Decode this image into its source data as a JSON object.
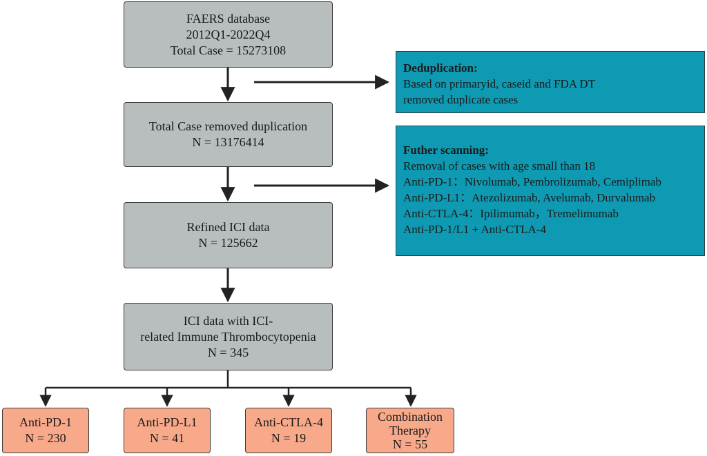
{
  "main_flow": [
    {
      "lines": [
        "FAERS database",
        "2012Q1-2022Q4",
        "Total Case = 15273108"
      ]
    },
    {
      "lines": [
        "Total Case removed duplication",
        "N = 13176414"
      ]
    },
    {
      "lines": [
        "Refined ICI data",
        "N = 125662"
      ]
    },
    {
      "lines": [
        "ICI data with ICI-",
        "related Immune Thrombocytopenia",
        "N = 345"
      ]
    }
  ],
  "side_notes": [
    {
      "title": "Deduplication:",
      "lines": [
        "Based on primaryid, caseid and FDA DT",
        "removed duplicate cases"
      ]
    },
    {
      "title": "Futher scanning:",
      "lines": [
        "Removal of cases with age small than 18",
        "Anti-PD-1：Nivolumab, Pembrolizumab, Cemiplimab",
        "Anti-PD-L1：Atezolizumab, Avelumab, Durvalumab",
        "Anti-CTLA-4：Ipilimumab，Tremelimumab",
        "Anti-PD-1/L1 + Anti-CTLA-4"
      ]
    }
  ],
  "groups": [
    {
      "lines": [
        "Anti-PD-1",
        "N = 230"
      ]
    },
    {
      "lines": [
        "Anti-PD-L1",
        "N = 41"
      ]
    },
    {
      "lines": [
        "Anti-CTLA-4",
        "N = 19"
      ]
    },
    {
      "lines": [
        "Combination",
        "Therapy",
        "N = 55"
      ]
    }
  ],
  "colors": {
    "main_box": "#b8bdbd",
    "side_box": "#0e9ab2",
    "group_box": "#f7a98a",
    "arrow": "#222222"
  }
}
